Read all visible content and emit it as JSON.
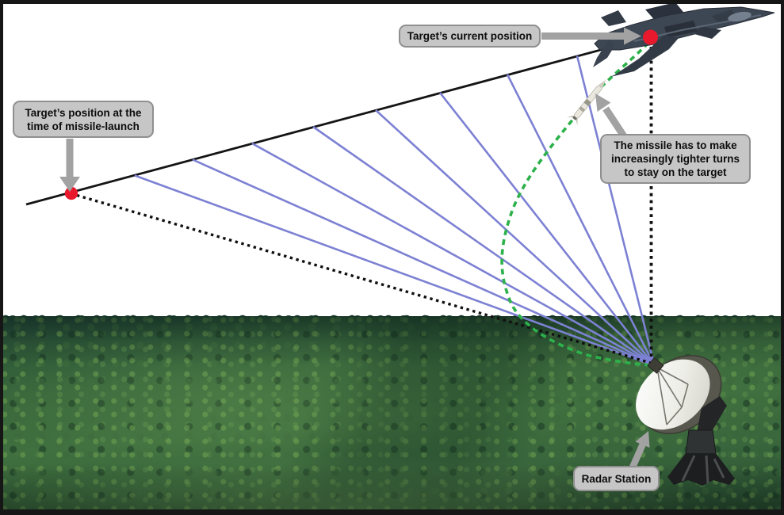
{
  "scene": {
    "type": "missile-guidance-diagram",
    "labels": {
      "current_position": {
        "text": "Target’s current position"
      },
      "launch_position": {
        "line1": "Target’s position at the",
        "line2": "time of missile-launch"
      },
      "missile_note": {
        "line1": "The missile has to make",
        "line2": "increasingly tighter turns",
        "line3": "to stay on the target"
      },
      "radar_station": {
        "text": "Radar Station"
      }
    },
    "elements": {
      "target_aircraft": "fighter jet",
      "missile": "missile on curved pursuit path",
      "radar": "radar dish on pedestal",
      "line_of_sight_count": 8
    },
    "colors": {
      "line_of_sight_blue": "#7d81d3",
      "missile_path_green": "#2db14b",
      "target_path_black": "#141414",
      "marker_red": "#e8192c",
      "label_background": "#c6c6c6",
      "label_border": "#8f8f8f",
      "arrow_gray": "#a2a2a2",
      "sky_white": "#ffffff"
    }
  }
}
